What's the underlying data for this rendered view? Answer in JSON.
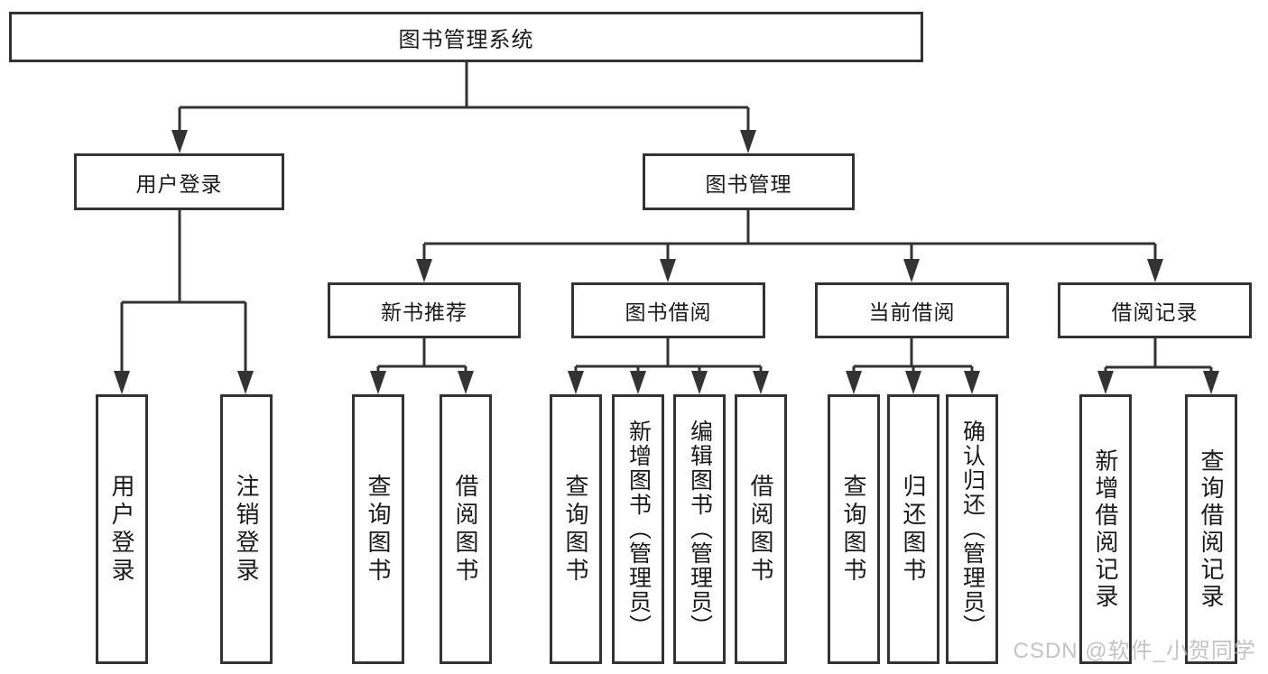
{
  "colors": {
    "line": "#333333",
    "text": "#1a1a1a",
    "watermark": "#b9b9b9",
    "background": "#ffffff"
  },
  "root": {
    "label": "图书管理系统"
  },
  "level1": {
    "user_login": {
      "label": "用户登录"
    },
    "book_mgmt": {
      "label": "图书管理"
    }
  },
  "level2": {
    "new_book_rec": {
      "label": "新书推荐"
    },
    "book_borrow": {
      "label": "图书借阅"
    },
    "current_borrow": {
      "label": "当前借阅"
    },
    "borrow_records": {
      "label": "借阅记录"
    }
  },
  "leaves": {
    "user_login": [
      "用户登录",
      "注销登录"
    ],
    "new_book_rec": [
      "查询图书",
      "借阅图书"
    ],
    "book_borrow": [
      "查询图书",
      "新增图书（管理员）",
      "编辑图书（管理员）",
      "借阅图书"
    ],
    "current_borrow": [
      "查询图书",
      "归还图书",
      "确认归还（管理员）"
    ],
    "borrow_records": [
      "新增借阅记录",
      "查询借阅记录"
    ]
  },
  "watermark": {
    "text": "CSDN @软件_小贺同学"
  }
}
